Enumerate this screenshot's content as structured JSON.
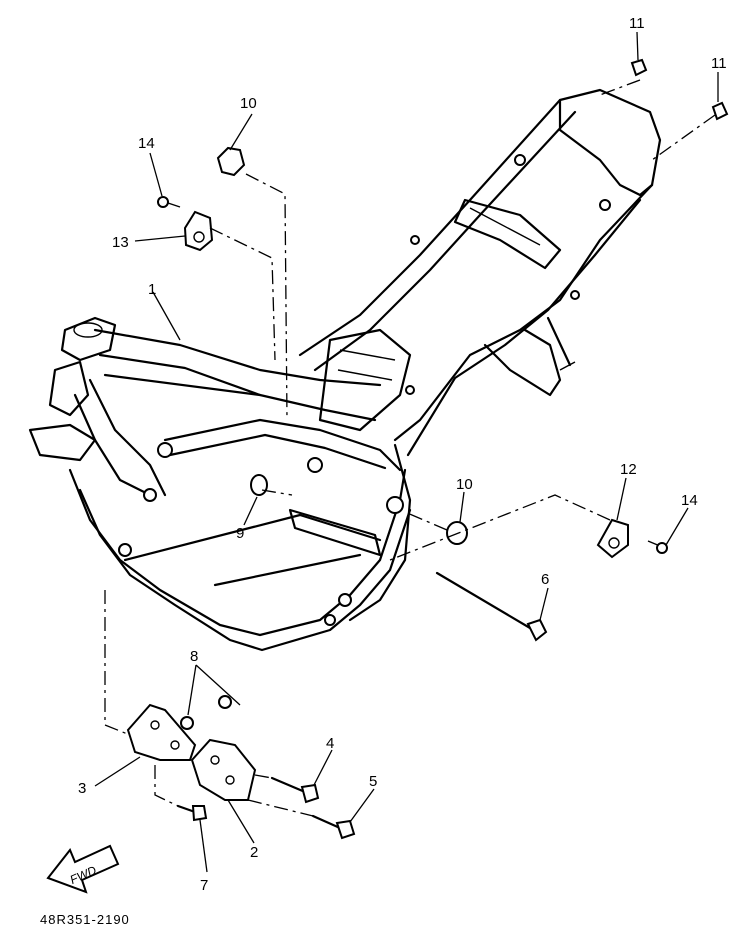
{
  "diagram": {
    "drawing_code": "48R351-2190",
    "direction_label": "FWD",
    "callouts": {
      "c1": "1",
      "c2": "2",
      "c3": "3",
      "c4": "4",
      "c5": "5",
      "c6": "6",
      "c7": "7",
      "c8": "8",
      "c9": "9",
      "c10a": "10",
      "c10b": "10",
      "c11a": "11",
      "c11b": "11",
      "c12": "12",
      "c13": "13",
      "c14a": "14",
      "c14b": "14"
    }
  }
}
